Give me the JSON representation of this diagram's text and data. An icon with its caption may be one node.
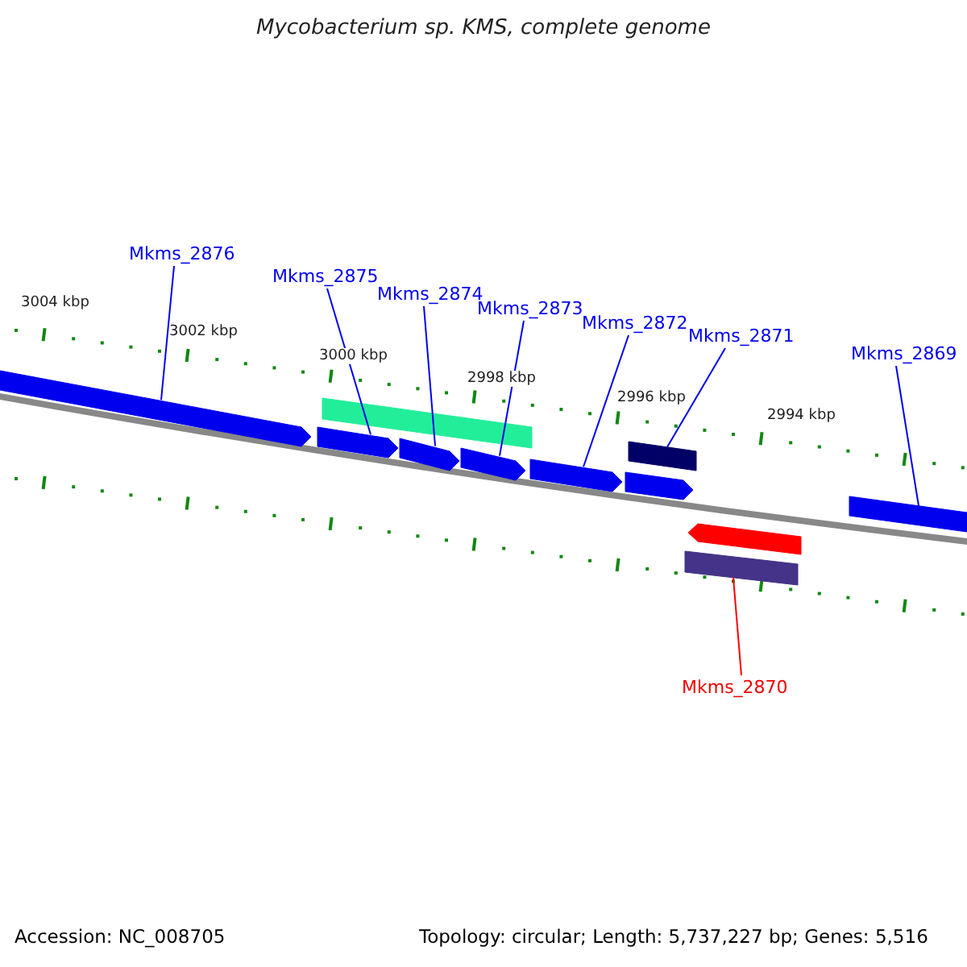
{
  "diagram": {
    "title": "Mycobacterium sp. KMS, complete genome",
    "nodes": [
      {
        "text": [
          "Mkms_2876"
        ]
      },
      {
        "text": [
          "Mkms_2875"
        ]
      },
      {
        "text": [
          "Mkms_2874"
        ]
      },
      {
        "text": [
          "Mkms_2873"
        ]
      },
      {
        "text": [
          "Mkms_2872"
        ]
      },
      {
        "text": [
          "Mkms_2871"
        ]
      },
      {
        "text": [
          "Mkms_2869"
        ]
      },
      {
        "text": [
          "Mkms_2870"
        ]
      },
      {
        "text": [],
        "shape": "bar"
      },
      {
        "text": [],
        "shape": "bar"
      },
      {
        "text": [],
        "shape": "bar"
      },
      {
        "text": [],
        "shape": "bar"
      },
      {
        "text": [],
        "shape": "bar"
      },
      {
        "text": [],
        "shape": "bar"
      },
      {
        "text": [],
        "shape": "bar"
      },
      {
        "text": [],
        "shape": "bar"
      },
      {
        "text": [],
        "shape": "bar"
      },
      {
        "text": [],
        "shape": "bar"
      },
      {
        "text": [],
        "shape": "bar"
      }
    ],
    "edges": [
      {
        "from": 0,
        "to": 8,
        "arrow": "none"
      },
      {
        "from": 1,
        "to": 10,
        "arrow": "none"
      },
      {
        "from": 2,
        "to": 11,
        "arrow": "none"
      },
      {
        "from": 3,
        "to": 12,
        "arrow": "none"
      },
      {
        "from": 4,
        "to": 13,
        "arrow": "none"
      },
      {
        "from": 5,
        "to": 14,
        "arrow": "none"
      },
      {
        "from": 6,
        "to": 18,
        "arrow": "none"
      },
      {
        "from": 7,
        "to": 17,
        "arrow": "none",
        "color": "#ff0000"
      }
    ],
    "labels": [
      "3004 kbp",
      "3002 kbp",
      "3000 kbp",
      "2998 kbp",
      "2996 kbp",
      "2994 kbp",
      "Accession: NC_008705",
      "Topology: circular; Length: 5,737,227 bp; Genes: 5,516"
    ]
  }
}
